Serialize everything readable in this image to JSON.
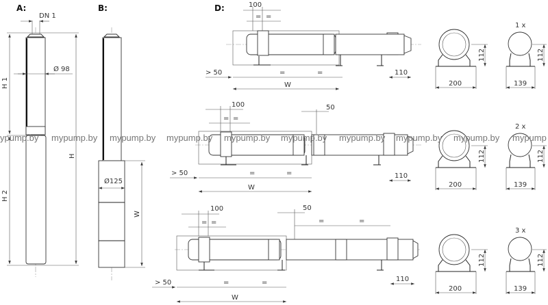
{
  "views": {
    "a": {
      "title": "A:",
      "dn": "DN 1",
      "diameter": "Ø 98",
      "h1": "H 1",
      "h2": "H 2",
      "h": "H"
    },
    "b": {
      "title": "B:",
      "diameter": "Ø125",
      "w": "W"
    },
    "d": {
      "title": "D:",
      "rows": [
        {
          "d100": "100",
          "eq": "=",
          "gt50": "> 50",
          "w": "W",
          "d110": "110",
          "end_width": "200",
          "end_height": "112",
          "end2_width": "139",
          "end2_height": "112",
          "count": "1 x"
        },
        {
          "d100": "100",
          "d50": "50",
          "eq": "=",
          "gt50": "> 50",
          "w": "W",
          "d110": "110",
          "end_width": "200",
          "end_height": "112",
          "end2_width": "139",
          "end2_height": "112",
          "count": "2 x"
        },
        {
          "d100": "100",
          "d50": "50",
          "eq": "=",
          "gt50": "> 50",
          "w": "W",
          "d110": "110",
          "end_width": "200",
          "end_height": "112",
          "end2_width": "139",
          "end2_height": "112",
          "count": "3 x"
        }
      ]
    }
  },
  "watermark": "mypump.by",
  "watermark_cut_left": "ypump.by",
  "watermark_cut_right": "mypump"
}
